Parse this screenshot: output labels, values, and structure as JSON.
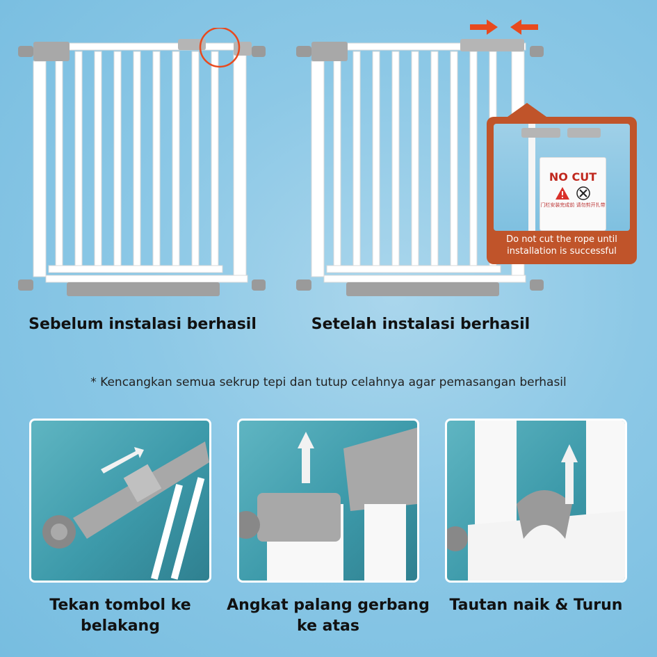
{
  "captions": {
    "before": "Sebelum instalasi berhasil",
    "after": "Setelah instalasi berhasil"
  },
  "note": "* Kencangkan semua sekrup tepi dan tutup celahnya agar pemasangan berhasil",
  "inset_label": {
    "tag_title": "NO CUT",
    "tag_cn": "门栏安装完成前 请勿剪开扎带",
    "text": "Do not cut the rope until installation is successful"
  },
  "steps": [
    {
      "label_line1": "Tekan tombol ke",
      "label_line2": "belakang"
    },
    {
      "label_line1": "Angkat palang gerbang",
      "label_line2": "ke atas"
    },
    {
      "label_line1": "Tautan naik & Turun",
      "label_line2": ""
    }
  ],
  "colors": {
    "accent_red": "#e84a1e",
    "label_orange": "#c0542a",
    "gate_white": "#ffffff",
    "hardware_gray": "#9a9a9a"
  }
}
